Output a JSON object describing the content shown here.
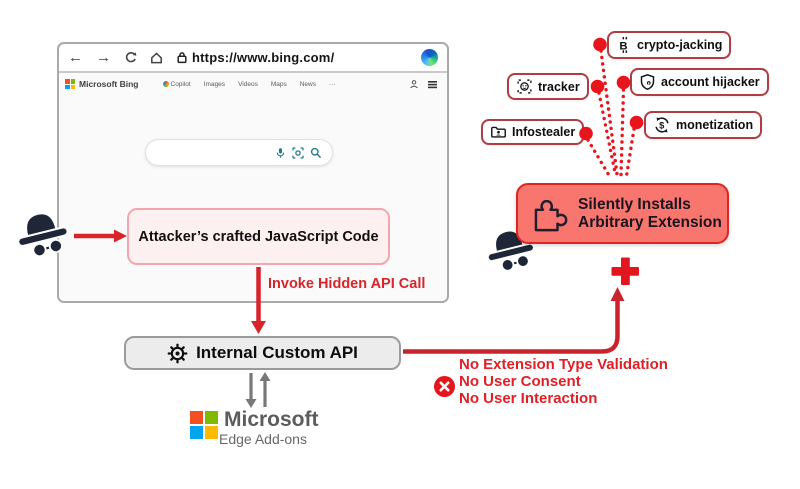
{
  "browser": {
    "url": "https://www.bing.com/",
    "brand": "Microsoft Bing",
    "nav_items": [
      "Copilot",
      "Images",
      "Videos",
      "Maps",
      "News",
      "···"
    ]
  },
  "flow": {
    "attacker_code_label": "Attacker’s crafted JavaScript Code",
    "invoke_label": "Invoke Hidden API Call",
    "api_label": "Internal Custom API",
    "microsoft_label": "Microsoft",
    "edge_addons_label": "Edge Add-ons",
    "install_line1": "Silently Installs",
    "install_line2": "Arbitrary Extension",
    "violations": [
      "No Extension Type Validation",
      "No User Consent",
      "No User Interaction"
    ]
  },
  "extensions": [
    {
      "label": "crypto-jacking",
      "icon": "bitcoin-icon"
    },
    {
      "label": "tracker",
      "icon": "face-tracking-icon"
    },
    {
      "label": "account hijacker",
      "icon": "shield-person-icon"
    },
    {
      "label": "Infostealer",
      "icon": "folder-person-icon"
    },
    {
      "label": "monetization",
      "icon": "dollar-cycle-icon"
    }
  ],
  "colors": {
    "accent_red": "#e3161e",
    "connector_red": "#c9242b",
    "install_box_fill": "#f8766d",
    "install_box_border": "#dc2626",
    "label_border": "#b13c43",
    "js_box_fill": "#fdf0f1",
    "js_box_border": "#f2a7ae",
    "api_box_fill": "#ececec",
    "ms_red": "#f25022",
    "ms_green": "#7fba00",
    "ms_blue": "#00a4ef",
    "ms_yellow": "#ffb900"
  }
}
